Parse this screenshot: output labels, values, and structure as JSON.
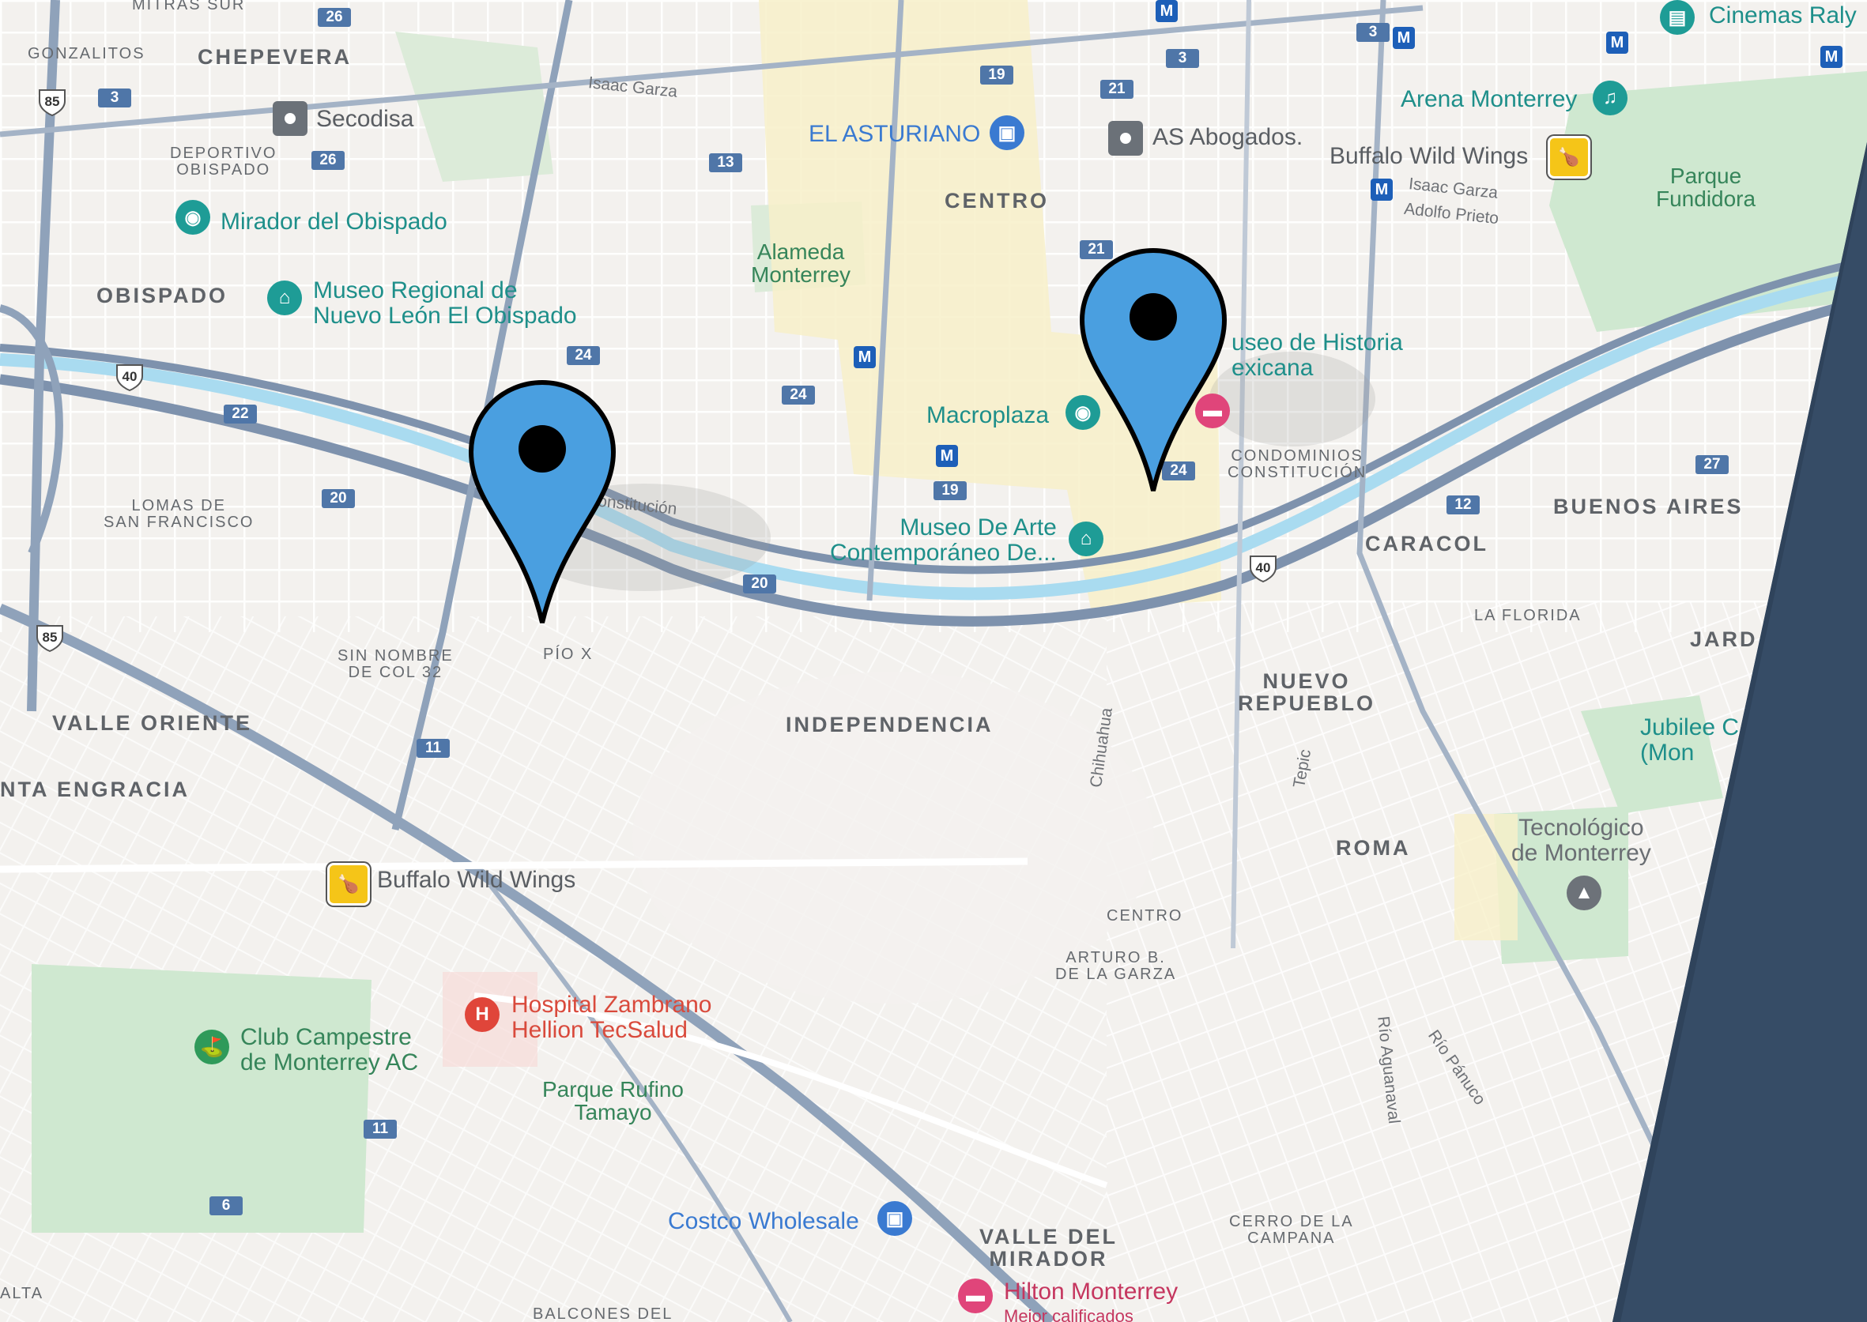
{
  "map": {
    "neighborhoods": [
      {
        "id": "chepevera",
        "text": "CHEPEVERA"
      },
      {
        "id": "obispado",
        "text": "OBISPADO"
      },
      {
        "id": "centro",
        "text": "CENTRO"
      },
      {
        "id": "caracol",
        "text": "CARACOL"
      },
      {
        "id": "buenos-aires",
        "text": "BUENOS AIRES"
      },
      {
        "id": "independencia",
        "text": "INDEPENDENCIA"
      },
      {
        "id": "nuevo-repueblo",
        "text": "NUEVO\nREPUEBLO"
      },
      {
        "id": "valle-oriente",
        "text": "VALLE ORIENTE"
      },
      {
        "id": "santa-engracia",
        "text": "NTA ENGRACIA"
      },
      {
        "id": "roma",
        "text": "ROMA"
      },
      {
        "id": "valle-del-mirador",
        "text": "VALLE DEL\nMIRADOR"
      },
      {
        "id": "jard",
        "text": "JARD"
      }
    ],
    "small_areas": [
      {
        "id": "mitras-sur",
        "text": "MITRAS SUR"
      },
      {
        "id": "gonzalitos",
        "text": "GONZALITOS"
      },
      {
        "id": "deportivo-obispado",
        "text": "DEPORTIVO\nOBISPADO"
      },
      {
        "id": "lomas-de-san-francisco",
        "text": "LOMAS DE\nSAN FRANCISCO"
      },
      {
        "id": "sin-nombre",
        "text": "SIN NOMBRE\nDE COL 32"
      },
      {
        "id": "pio-x",
        "text": "PÍO X"
      },
      {
        "id": "condominios",
        "text": "CONDOMINIOS\nCONSTITUCIÓN"
      },
      {
        "id": "la-florida",
        "text": "LA FLORIDA"
      },
      {
        "id": "centro-sm",
        "text": "CENTRO"
      },
      {
        "id": "arturo",
        "text": "ARTURO B.\nDE LA GARZA"
      },
      {
        "id": "cerro",
        "text": "CERRO DE LA\nCAMPANA"
      },
      {
        "id": "balcones",
        "text": "BALCONES DEL"
      },
      {
        "id": "alta",
        "text": "ALTA"
      }
    ],
    "streets": [
      {
        "id": "isaac-garza-w",
        "text": "Isaac Garza"
      },
      {
        "id": "isaac-garza-e",
        "text": "Isaac Garza"
      },
      {
        "id": "adolfo-prieto",
        "text": "Adolfo Prieto"
      },
      {
        "id": "constitucion",
        "text": "Constitución"
      },
      {
        "id": "chihuahua",
        "text": "Chihuahua"
      },
      {
        "id": "tepic",
        "text": "Tepic"
      },
      {
        "id": "rio-aguanaval",
        "text": "Río Aguanaval"
      },
      {
        "id": "rio-panuco",
        "text": "Río Pánuco"
      }
    ],
    "pois": [
      {
        "id": "secodisa",
        "text": "Secodisa",
        "icon": "building-icon"
      },
      {
        "id": "mirador",
        "text": "Mirador del Obispado",
        "icon": "camera-icon"
      },
      {
        "id": "museo-regional",
        "text": "Museo Regional de\nNuevo León El Obispado",
        "icon": "museum-icon"
      },
      {
        "id": "el-asturiano",
        "text": "EL ASTURIANO",
        "icon": "shopping-bag-icon"
      },
      {
        "id": "as-abogados",
        "text": "AS Abogados.",
        "icon": "building-icon"
      },
      {
        "id": "cinemas",
        "text": "Cinemas Raly",
        "icon": "film-icon"
      },
      {
        "id": "arena",
        "text": "Arena Monterrey",
        "icon": "music-icon"
      },
      {
        "id": "bww-n",
        "text": "Buffalo Wild Wings",
        "icon": "restaurant-icon"
      },
      {
        "id": "parque-fundidora",
        "text": "Parque\nFundidora",
        "icon": ""
      },
      {
        "id": "alameda",
        "text": "Alameda\nMonterrey",
        "icon": ""
      },
      {
        "id": "macroplaza",
        "text": "Macroplaza",
        "icon": "camera-icon"
      },
      {
        "id": "museo-historia",
        "text": "useo de Historia\nexicana",
        "icon": "hotel-icon"
      },
      {
        "id": "marco",
        "text": "Museo De Arte\nContemporáneo De...",
        "icon": "museum-icon"
      },
      {
        "id": "jubilee",
        "text": "Jubilee C\n(Mon",
        "icon": ""
      },
      {
        "id": "tec",
        "text": "Tecnológico\nde Monterrey",
        "icon": "school-icon"
      },
      {
        "id": "bww-s",
        "text": "Buffalo Wild Wings",
        "icon": "restaurant-icon"
      },
      {
        "id": "hospital",
        "text": "Hospital Zambrano\nHellion TecSalud",
        "icon": "hospital-icon"
      },
      {
        "id": "club",
        "text": "Club Campestre\nde Monterrey AC",
        "icon": "golf-icon"
      },
      {
        "id": "parque-rufino",
        "text": "Parque Rufino\nTamayo",
        "icon": ""
      },
      {
        "id": "costco",
        "text": "Costco Wholesale",
        "icon": "shopping-bag-icon"
      },
      {
        "id": "hilton",
        "text": "Hilton Monterrey",
        "icon": "hotel-icon"
      },
      {
        "id": "hilton-sub",
        "text": "Mejor calificados",
        "icon": ""
      }
    ],
    "route_shields": [
      "26",
      "26",
      "3",
      "19",
      "21",
      "3",
      "3",
      "13",
      "24",
      "22",
      "20",
      "24",
      "19",
      "21",
      "24",
      "12",
      "27",
      "20",
      "11",
      "11",
      "6"
    ],
    "highway_shields": [
      "85",
      "40",
      "85",
      "40"
    ],
    "metro_label": "M",
    "markers": [
      {
        "id": "marker-west",
        "color": "#4a9fe0"
      },
      {
        "id": "marker-east",
        "color": "#4a9fe0"
      }
    ],
    "colors": {
      "panel": "#364c66",
      "road": "#7e92ad",
      "river": "#a9dbf0",
      "park": "#cfe8d0",
      "center": "#f7f0c9"
    }
  }
}
